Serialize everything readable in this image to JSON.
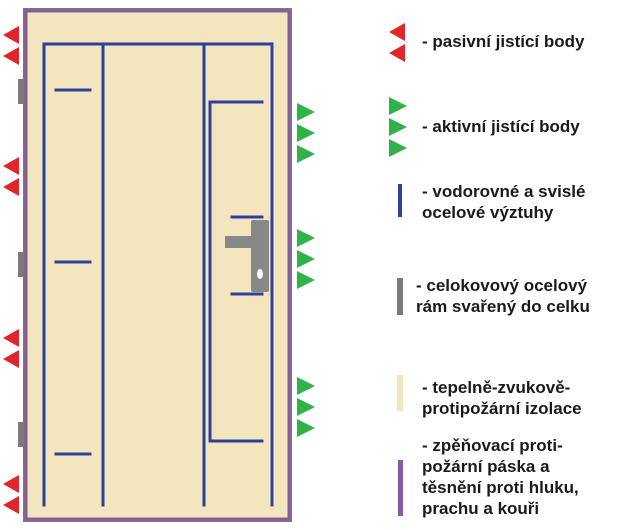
{
  "colors": {
    "passive": "#e0262c",
    "active": "#2fb24a",
    "reinforcement": "#2f3f9c",
    "frame": "#7a7a7a",
    "insulation": "#f3e6bf",
    "strip": "#8a5aa0"
  },
  "legend": {
    "passive": "- pasivní jistící body",
    "active": "- aktivní jistící body",
    "reinforcement": "- vodorovné a svislé\nocelové výztuhy",
    "frame": "- celokovový ocelový\nrám svařený do celku",
    "insulation": "- tepelně-zvukově-\nprotipožární izolace",
    "strip": "- zpěňovací proti-\npožární páska a\ntěsnění proti hluku,\nprachu a kouři"
  }
}
